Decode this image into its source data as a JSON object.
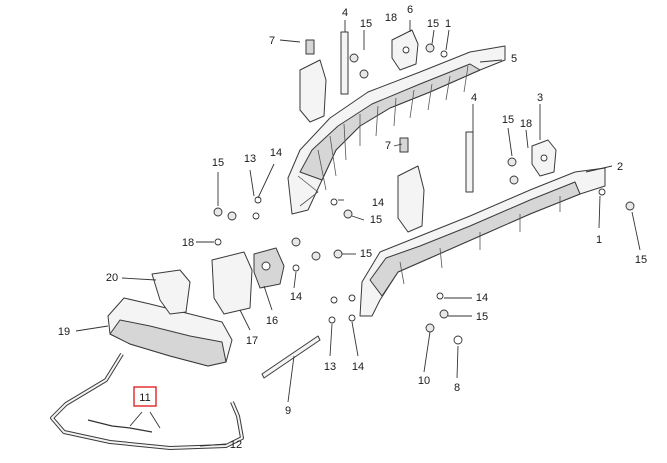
{
  "diagram": {
    "highlight_color": "#e02424",
    "callouts": [
      {
        "id": "c1a",
        "label": "1"
      },
      {
        "id": "c1b",
        "label": "1"
      },
      {
        "id": "c2",
        "label": "2"
      },
      {
        "id": "c3",
        "label": "3"
      },
      {
        "id": "c4a",
        "label": "4"
      },
      {
        "id": "c4b",
        "label": "4"
      },
      {
        "id": "c5",
        "label": "5"
      },
      {
        "id": "c6",
        "label": "6"
      },
      {
        "id": "c7a",
        "label": "7"
      },
      {
        "id": "c7b",
        "label": "7"
      },
      {
        "id": "c8",
        "label": "8"
      },
      {
        "id": "c9",
        "label": "9"
      },
      {
        "id": "c10",
        "label": "10"
      },
      {
        "id": "c11",
        "label": "11",
        "highlighted": true
      },
      {
        "id": "c12",
        "label": "12"
      },
      {
        "id": "c13a",
        "label": "13"
      },
      {
        "id": "c13b",
        "label": "13"
      },
      {
        "id": "c14a",
        "label": "14"
      },
      {
        "id": "c14b",
        "label": "14"
      },
      {
        "id": "c14c",
        "label": "14"
      },
      {
        "id": "c14d",
        "label": "14"
      },
      {
        "id": "c14e",
        "label": "14"
      },
      {
        "id": "c15a",
        "label": "15"
      },
      {
        "id": "c15b",
        "label": "15"
      },
      {
        "id": "c15c",
        "label": "15"
      },
      {
        "id": "c15d",
        "label": "15"
      },
      {
        "id": "c15e",
        "label": "15"
      },
      {
        "id": "c15f",
        "label": "15"
      },
      {
        "id": "c15g",
        "label": "15"
      },
      {
        "id": "c15h",
        "label": "15"
      },
      {
        "id": "c16",
        "label": "16"
      },
      {
        "id": "c17",
        "label": "17"
      },
      {
        "id": "c18a",
        "label": "18"
      },
      {
        "id": "c18b",
        "label": "18"
      },
      {
        "id": "c18c",
        "label": "18"
      },
      {
        "id": "c19",
        "label": "19"
      },
      {
        "id": "c20",
        "label": "20"
      }
    ]
  }
}
